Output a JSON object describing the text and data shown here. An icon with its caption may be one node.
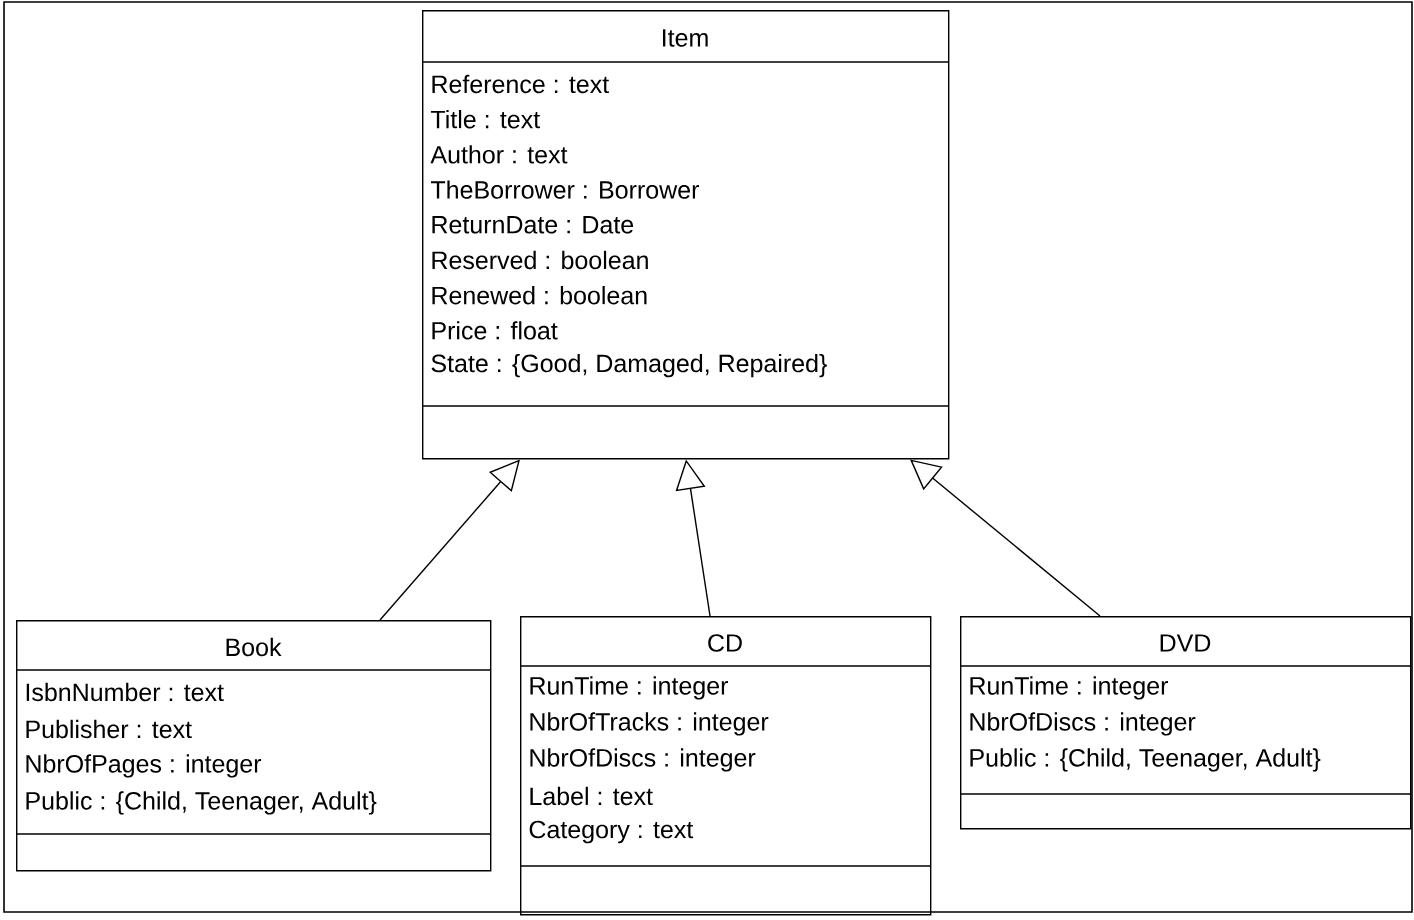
{
  "diagram": {
    "nodes": [
      {
        "text": [
          "Item",
          "Reference : text",
          "Title : text",
          "Author : text",
          "TheBorrower : Borrower",
          "ReturnDate : Date",
          "Reserved : boolean",
          "Renewed : boolean",
          "Price : float",
          "State : {Good, Damaged, Repaired}"
        ]
      },
      {
        "text": [
          "Book",
          "IsbnNumber : text",
          "Publisher : text",
          "NbrOfPages : integer",
          "Public : {Child, Teenager, Adult}"
        ]
      },
      {
        "text": [
          "CD",
          "RunTime : integer",
          "NbrOfTracks : integer",
          "NbrOfDiscs : integer",
          "Label : text",
          "Category : text"
        ]
      },
      {
        "text": [
          "DVD",
          "RunTime : integer",
          "NbrOfDiscs : integer",
          "Public : {Child, Teenager, Adult}"
        ]
      }
    ],
    "edges": [
      {
        "from": 1,
        "to": 0,
        "arrow": "to"
      },
      {
        "from": 2,
        "to": 0,
        "arrow": "to"
      },
      {
        "from": 3,
        "to": 0,
        "arrow": "to"
      }
    ]
  }
}
